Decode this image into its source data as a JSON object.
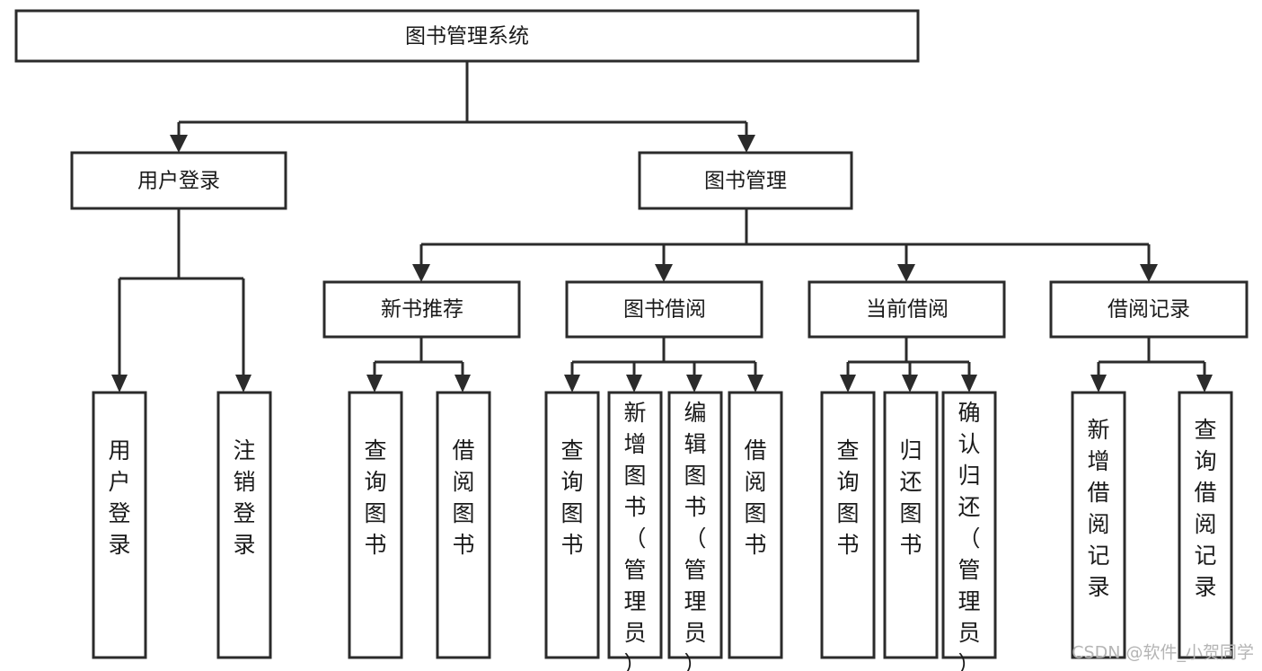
{
  "diagram": {
    "title": "图书管理系统",
    "type": "tree-hierarchy-diagram",
    "colors": {
      "box_stroke": "#2b2b2b",
      "box_fill": "#ffffff",
      "text": "#1a1a1a",
      "background": "#ffffff",
      "watermark": "#b5b5b5"
    },
    "root": {
      "label": "图书管理系统"
    },
    "level2": [
      {
        "label": "用户登录"
      },
      {
        "label": "图书管理"
      }
    ],
    "level3": [
      {
        "label": "新书推荐"
      },
      {
        "label": "图书借阅"
      },
      {
        "label": "当前借阅"
      },
      {
        "label": "借阅记录"
      }
    ],
    "leaves_user_login": [
      {
        "label": "用户登录"
      },
      {
        "label": "注销登录"
      }
    ],
    "leaves_new_book": [
      {
        "label": "查询图书"
      },
      {
        "label": "借阅图书"
      }
    ],
    "leaves_borrow": [
      {
        "label": "查询图书"
      },
      {
        "label": "新增图书（管理员）"
      },
      {
        "label": "编辑图书（管理员）"
      },
      {
        "label": "借阅图书"
      }
    ],
    "leaves_current": [
      {
        "label": "查询图书"
      },
      {
        "label": "归还图书"
      },
      {
        "label": "确认归还（管理员）"
      }
    ],
    "leaves_record": [
      {
        "label": "新增借阅记录"
      },
      {
        "label": "查询借阅记录"
      }
    ]
  },
  "watermark": {
    "text": "CSDN @软件_小贺同学"
  }
}
